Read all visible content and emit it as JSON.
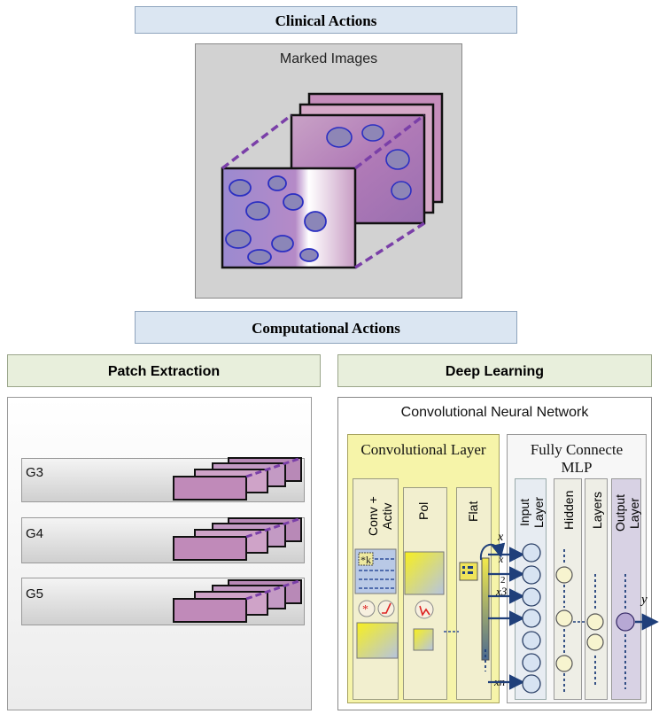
{
  "clinical": {
    "title": "Clinical Actions",
    "marked_images_label": "Marked Images"
  },
  "computational": {
    "title": "Computational Actions"
  },
  "patch_extraction": {
    "title": "Patch Extraction",
    "grades": [
      {
        "label": "G3"
      },
      {
        "label": "G4"
      },
      {
        "label": "G5"
      }
    ]
  },
  "deep_learning": {
    "title": "Deep Learning",
    "cnn_title": "Convolutional Neural Network",
    "conv_layer": {
      "title": "Convolutional Layer",
      "columns": [
        "Conv + Activ",
        "Pol",
        "Flat"
      ]
    },
    "mlp": {
      "title_line1": "Fully Connecte",
      "title_line2": "MLP",
      "columns": [
        "Input Layer",
        "Hidden",
        "Layers",
        "Output Layer"
      ]
    },
    "inputs": [
      "x",
      "x",
      "2",
      "x3",
      "xn"
    ],
    "output": "y"
  },
  "colors": {
    "header_blue": "#dbe6f2",
    "header_green": "#e8efdc",
    "conv_yellow": "#f6f4a9",
    "outline_purple": "#7a3fa8",
    "arrow_navy": "#1f3f7a",
    "node_blue": "#d7e3f2",
    "node_yellow": "#f7f4cf",
    "node_purple": "#b7a8d4"
  },
  "icons": [
    "asterisk-icon",
    "relu-icon",
    "pooling-icon",
    "flatten-icon"
  ]
}
